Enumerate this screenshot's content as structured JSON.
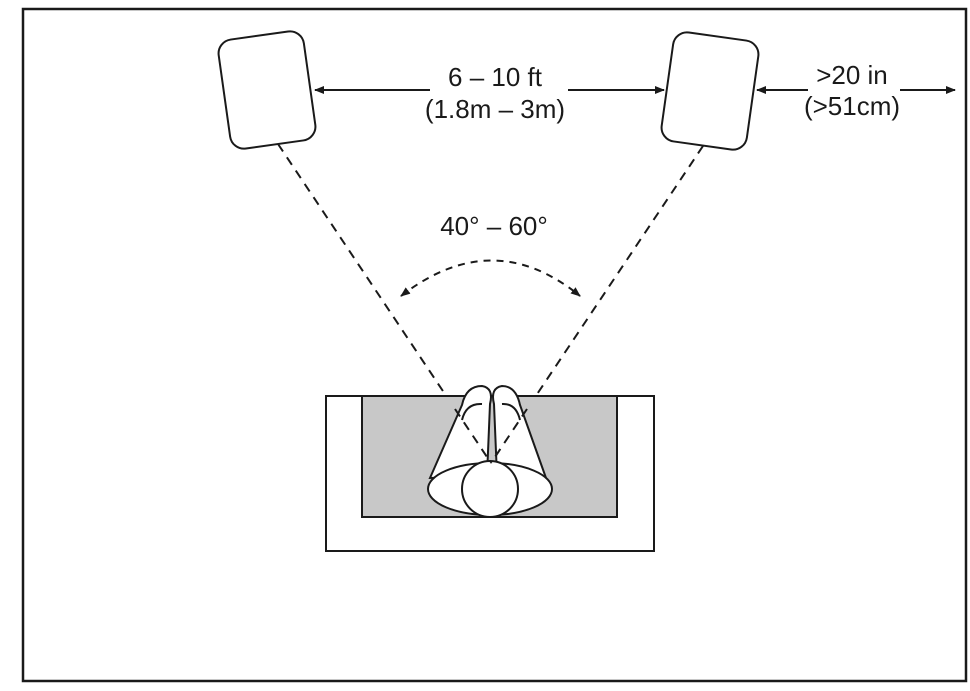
{
  "diagram": {
    "spacing_label": "6 – 10 ft",
    "spacing_label_metric": "(1.8m – 3m)",
    "wall_label": ">20 in",
    "wall_label_metric": "(>51cm)",
    "angle_label": "40° – 60°"
  },
  "colors": {
    "line": "#1a1a1a",
    "seat_fill": "#c8c8c8",
    "background": "#ffffff"
  }
}
